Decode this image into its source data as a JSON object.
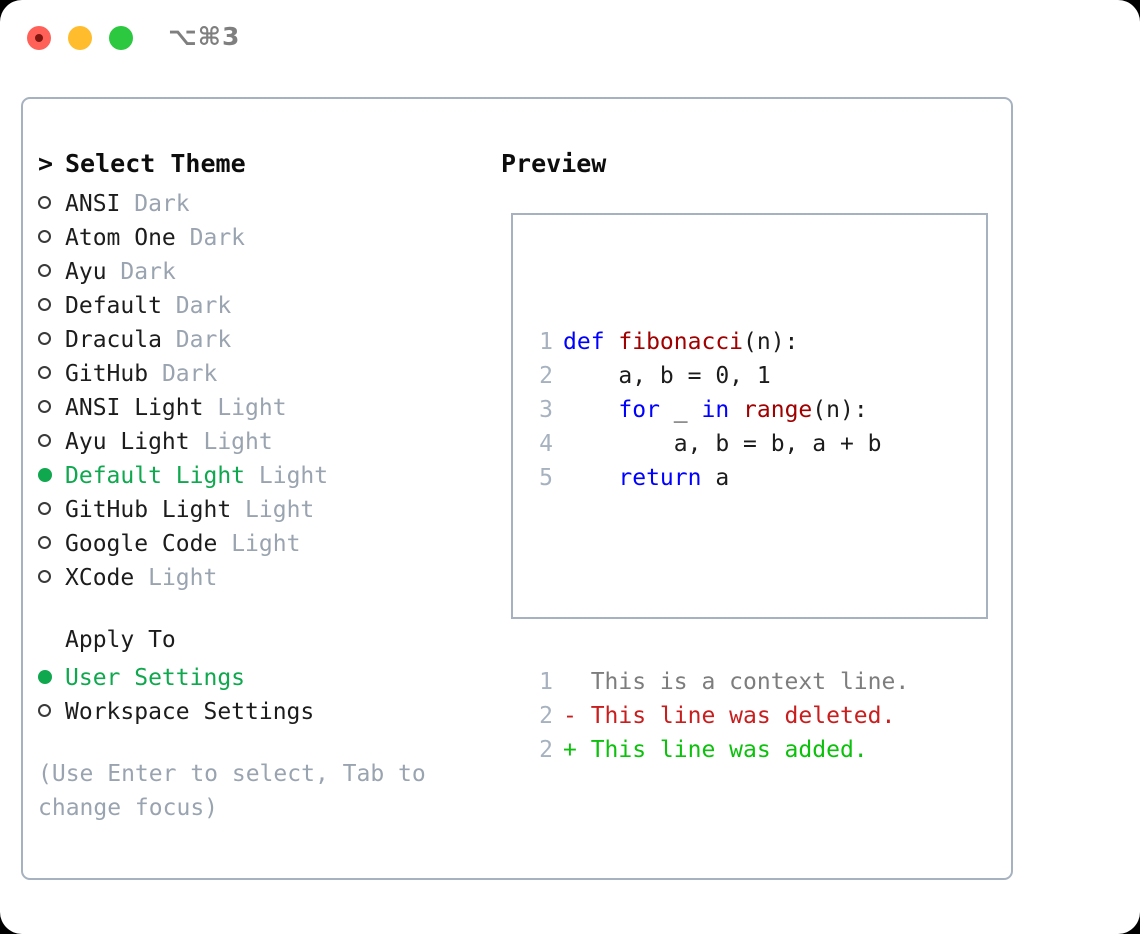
{
  "titlebar": {
    "shortcut": "⌥⌘3",
    "lights": [
      "close-button",
      "minimize-button",
      "maximize-button"
    ]
  },
  "left": {
    "heading": {
      "caret": ">",
      "label": "Select Theme"
    },
    "themes": [
      {
        "bullet": "empty",
        "name": "ANSI",
        "tag": "Dark",
        "selected": false
      },
      {
        "bullet": "empty",
        "name": "Atom One",
        "tag": "Dark",
        "selected": false
      },
      {
        "bullet": "empty",
        "name": "Ayu",
        "tag": "Dark",
        "selected": false
      },
      {
        "bullet": "empty",
        "name": "Default",
        "tag": "Dark",
        "selected": false
      },
      {
        "bullet": "empty",
        "name": "Dracula",
        "tag": "Dark",
        "selected": false
      },
      {
        "bullet": "empty",
        "name": "GitHub",
        "tag": "Dark",
        "selected": false
      },
      {
        "bullet": "empty",
        "name": "ANSI Light",
        "tag": "Light",
        "selected": false
      },
      {
        "bullet": "empty",
        "name": "Ayu Light",
        "tag": "Light",
        "selected": false
      },
      {
        "bullet": "filled",
        "name": "Default Light",
        "tag": "Light",
        "selected": true
      },
      {
        "bullet": "empty",
        "name": "GitHub Light",
        "tag": "Light",
        "selected": false
      },
      {
        "bullet": "empty",
        "name": "Google Code",
        "tag": "Light",
        "selected": false
      },
      {
        "bullet": "empty",
        "name": "XCode",
        "tag": "Light",
        "selected": false
      }
    ],
    "apply_to": {
      "label": "Apply To",
      "options": [
        {
          "bullet": "filled",
          "name": "User Settings",
          "selected": true
        },
        {
          "bullet": "empty",
          "name": "Workspace Settings",
          "selected": false
        }
      ]
    },
    "hint": "(Use Enter to select, Tab to change focus)"
  },
  "right": {
    "title": "Preview",
    "code_lines": [
      {
        "ln": "1",
        "tokens": [
          {
            "t": "def ",
            "c": "kw"
          },
          {
            "t": "fibonacci",
            "c": "fn"
          },
          {
            "t": "(n):",
            "c": "pl"
          }
        ]
      },
      {
        "ln": "2",
        "tokens": [
          {
            "t": "    a, b = 0, 1",
            "c": "pl"
          }
        ]
      },
      {
        "ln": "3",
        "tokens": [
          {
            "t": "    ",
            "c": "pl"
          },
          {
            "t": "for",
            "c": "kw"
          },
          {
            "t": " _ ",
            "c": "pl"
          },
          {
            "t": "in",
            "c": "kw"
          },
          {
            "t": " ",
            "c": "pl"
          },
          {
            "t": "range",
            "c": "fn"
          },
          {
            "t": "(n):",
            "c": "pl"
          }
        ]
      },
      {
        "ln": "4",
        "tokens": [
          {
            "t": "        a, b = b, a + b",
            "c": "pl"
          }
        ]
      },
      {
        "ln": "5",
        "tokens": [
          {
            "t": "    ",
            "c": "pl"
          },
          {
            "t": "return",
            "c": "kw"
          },
          {
            "t": " a",
            "c": "pl"
          }
        ]
      }
    ],
    "diff_lines": [
      {
        "ln": "1",
        "text": "  This is a context line.",
        "kind": "ctx"
      },
      {
        "ln": "2",
        "text": "- This line was deleted.",
        "kind": "del"
      },
      {
        "ln": "2",
        "text": "+ This line was added.",
        "kind": "add"
      }
    ]
  },
  "colors": {
    "accent_green": "#0fa84e",
    "diff_add": "#0cc10c",
    "diff_del": "#c81e1e",
    "keyword_blue": "#0000ff",
    "function_red": "#a00000",
    "muted_gray": "#9aa4b0",
    "border": "#a7b2c0"
  }
}
